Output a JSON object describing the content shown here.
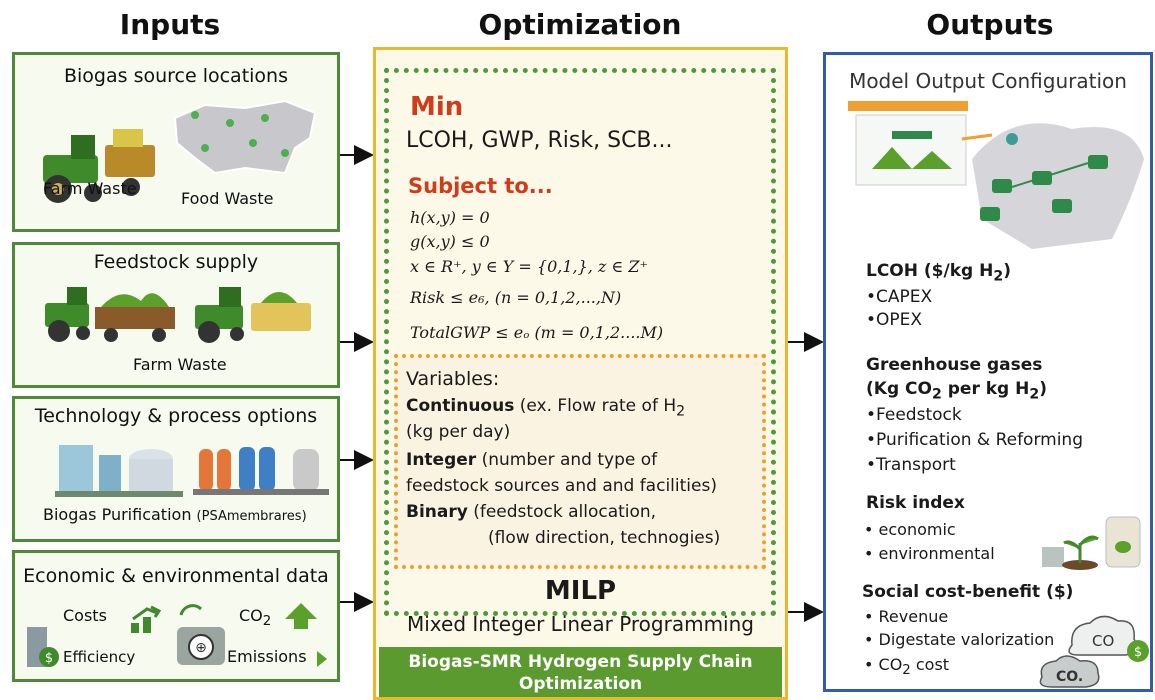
{
  "columns": {
    "inputs": "Inputs",
    "optimization": "Optimization",
    "outputs": "Outputs"
  },
  "inputs": {
    "box1": {
      "title": "Biogas source locations",
      "label_a": "Farm Waste",
      "label_b": "Food Waste"
    },
    "box2": {
      "title": "Feedstock supply",
      "label_a": "Farm Waste"
    },
    "box3": {
      "title": "Technology & process options",
      "label_a": "Biogas Purification",
      "label_b": "(PSAmembrares)"
    },
    "box4": {
      "title": "Economic & environmental data",
      "costs": "Costs",
      "co2": "CO",
      "co2_sub": "2",
      "efficiency": "Efficiency",
      "emissions": "Emissions"
    }
  },
  "optimization": {
    "min_label": "Min",
    "objectives": "LCOH, GWP, Risk, SCB...",
    "subject_to": "Subject to...",
    "constraints": [
      "h(x,y) = 0",
      "g(x,y) ≤ 0",
      "x ∈ R⁺, y ∈ Y = {0,1,}, z ∈ Z⁺",
      "Risk ≤ e₆, (n = 0,1,2,...,N)",
      "TotalGWP ≤ eₒ (m = 0,1,2....M)"
    ],
    "variables_title": "Variables:",
    "continuous": "Continuous",
    "continuous_desc": " (ex. Flow rate of H",
    "continuous_sub": "2",
    "continuous_desc2": "(kg per day)",
    "integer": "Integer",
    "integer_desc": " (number and type of",
    "integer_desc2": "feedstock sources and and facilities)",
    "binary": "Binary",
    "binary_desc": " (feedstock allocation,",
    "binary_desc2": "(flow direction, technogies)",
    "milp": "MILP",
    "milp_full": "Mixed Integer Linear Programming",
    "banner_line1": "Biogas-SMR Hydrogen Supply Chain",
    "banner_line2": "Optimization"
  },
  "outputs": {
    "config_title": "Model Output Configuration",
    "lcoh_title": "LCOH ($/kg H",
    "lcoh_sub": "2",
    "lcoh_close": ")",
    "lcoh_items": [
      "•CAPEX",
      "•OPEX"
    ],
    "ghg_title": "Greenhouse gases",
    "ghg_title2_a": "(Kg CO",
    "ghg_title2_b": " per kg H",
    "ghg_title2_c": ")",
    "sub2": "2",
    "ghg_items": [
      "•Feedstock",
      "•Purification & Reforming",
      "•Transport"
    ],
    "risk_title": "Risk index",
    "risk_items": [
      "•  economic",
      "•  environmental"
    ],
    "social_title": "Social cost-benefit ($)",
    "social_items": [
      "•  Revenue",
      "•  Digestate valorization"
    ],
    "social_last_a": "•  CO",
    "social_last_b": " cost",
    "cloud_co2": "CO",
    "cloud_co2b": "CO."
  },
  "colors": {
    "green": "#4f8a3a",
    "orange": "#e8b82f",
    "blue": "#2f5bb3",
    "red": "#d23a1a",
    "banner": "#5b9a2f"
  },
  "icons": [
    "tractor-icon",
    "map-bulgaria-icon",
    "biogas-plant-icon",
    "arrow-right-icon",
    "co2-cloud-icon",
    "dollar-icon",
    "recycle-icon",
    "sapling-icon"
  ]
}
